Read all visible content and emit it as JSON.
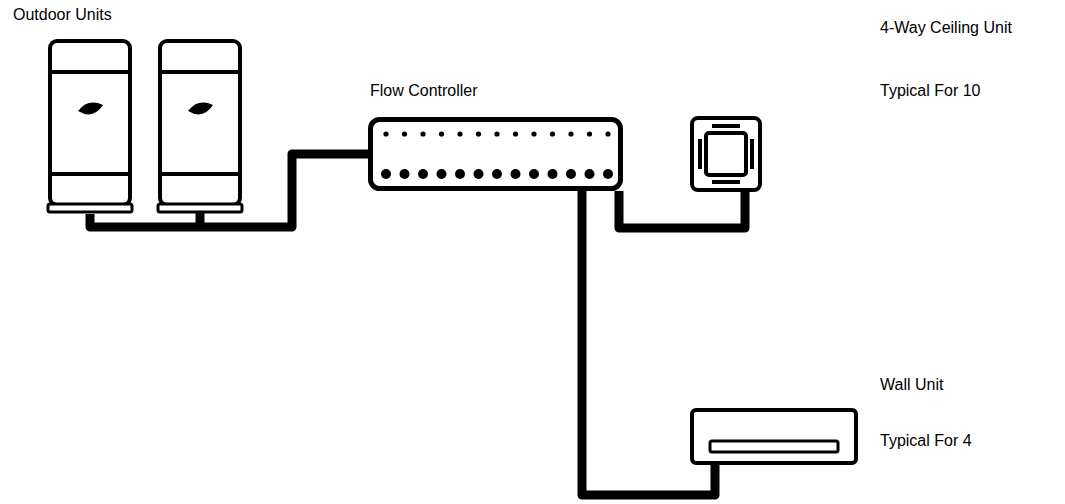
{
  "diagram": {
    "nodes": [
      {
        "text": [
          "Outdoor Units"
        ]
      },
      {
        "text": [
          "Flow Controller"
        ]
      },
      {
        "text": [
          "4-Way Ceiling Unit",
          "Typical For 10"
        ]
      },
      {
        "text": [
          "Wall Unit",
          "Typical For 4"
        ]
      }
    ],
    "edges": [
      {
        "from": 0,
        "to": 1,
        "arrow": "none"
      },
      {
        "from": 1,
        "to": 2,
        "arrow": "none"
      },
      {
        "from": 1,
        "to": 3,
        "arrow": "none"
      }
    ]
  }
}
